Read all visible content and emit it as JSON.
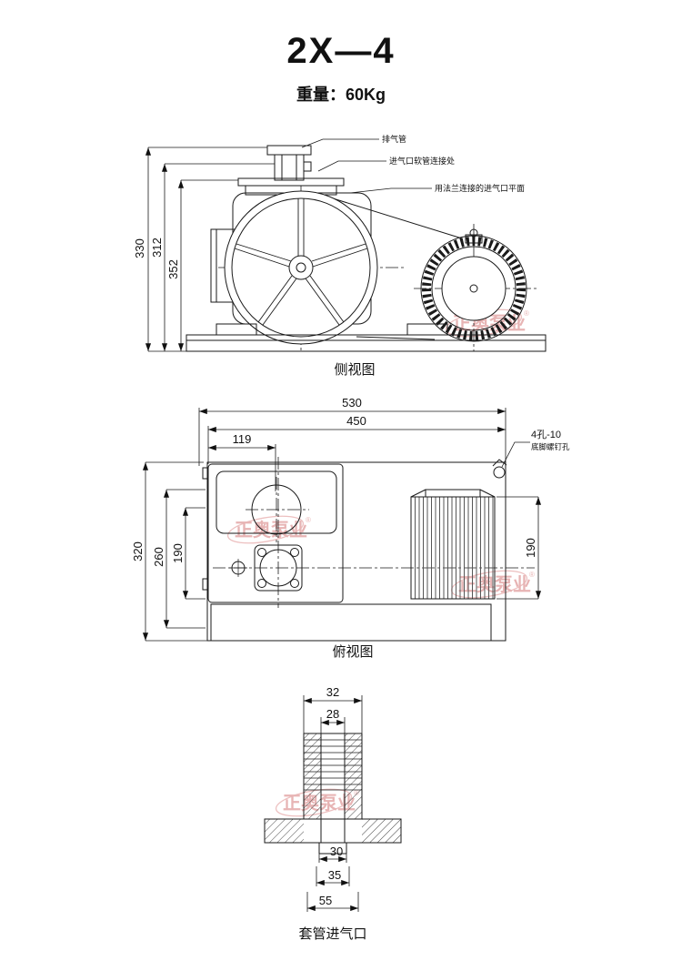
{
  "title": "2X—4",
  "weight_label": "重量：60Kg",
  "watermark": {
    "text": "正奥泵业",
    "reg": "®"
  },
  "side_view": {
    "caption": "侧视图",
    "label_exhaust": "排气管",
    "label_inlet_hose": "进气口软管连接处",
    "label_flange_inlet": "用法兰连接的进气口平面",
    "dim_330": "330",
    "dim_312": "312",
    "dim_352": "352"
  },
  "top_view": {
    "caption": "俯视图",
    "label_holes_line1": "4孔-10",
    "label_holes_line2": "底脚螺钉孔",
    "dim_530": "530",
    "dim_450": "450",
    "dim_119": "119",
    "dim_320": "320",
    "dim_260": "260",
    "dim_190_left": "190",
    "dim_190_right": "190"
  },
  "sleeve_view": {
    "caption": "套管进气口",
    "dim_32": "32",
    "dim_28": "28",
    "dim_30": "30",
    "dim_35": "35",
    "dim_55": "55"
  }
}
